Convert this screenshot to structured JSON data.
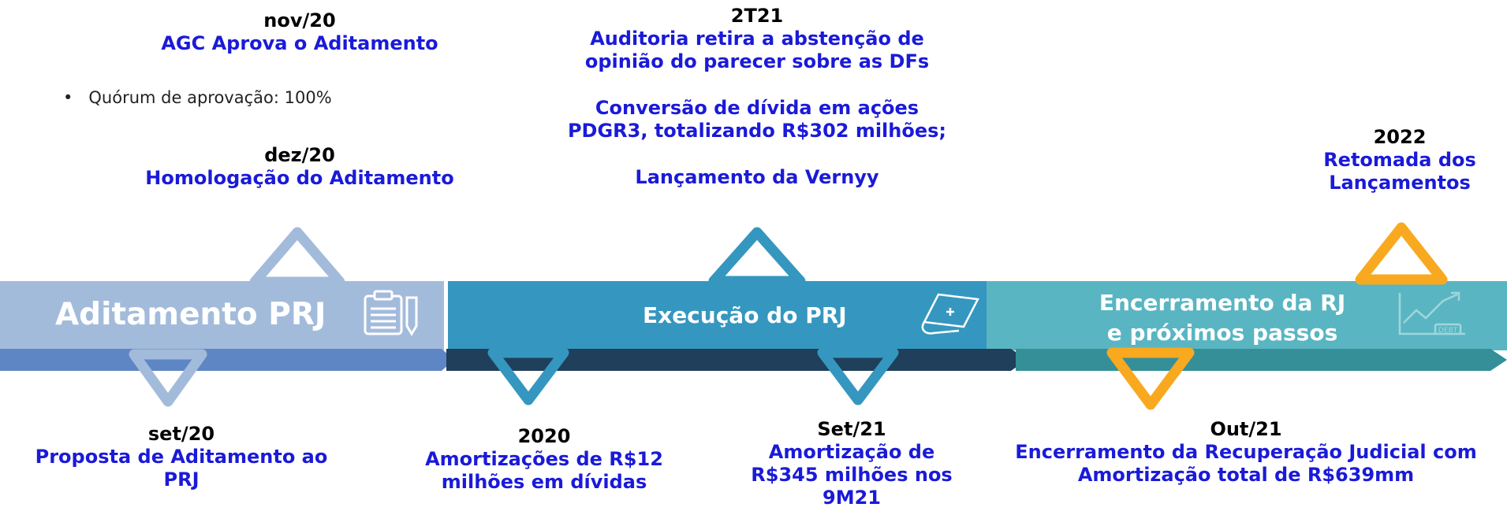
{
  "colors": {
    "phase1": "#a3bbdb",
    "phase1_arrow": "#5f86c4",
    "phase2": "#3597bf",
    "phase2_arrow": "#1f3f5b",
    "phase3": "#5ab5c2",
    "phase3_arrow": "#348f98",
    "orange": "#f8a91f",
    "date_text": "#000000",
    "desc_text": "#1a1ad9"
  },
  "phases": [
    {
      "title": "Aditamento PRJ",
      "icon": "clipboard-icon"
    },
    {
      "title": "Execução do PRJ",
      "icon": "document-plus-icon"
    },
    {
      "title_line1": "Encerramento da RJ",
      "title_line2": "e próximos passos",
      "icon": "debt-chart-icon"
    }
  ],
  "events_top": [
    {
      "date": "nov/20",
      "text": "AGC Aprova o Aditamento"
    },
    {
      "date": "dez/20",
      "text": "Homologação do Aditamento"
    },
    {
      "date": "2T21",
      "text_l1": "Auditoria retira a abstenção de",
      "text_l2": "opinião do parecer sobre as DFs",
      "text2_l1": "Conversão de dívida em ações",
      "text2_l2": "PDGR3, totalizando R$302 milhões;",
      "text3": "Lançamento da Vernyy"
    },
    {
      "date": "2022",
      "text_l1": "Retomada dos",
      "text_l2": "Lançamentos"
    }
  ],
  "bullet": "Quórum de aprovação: 100%",
  "events_bottom": [
    {
      "date": "set/20",
      "text_l1": "Proposta de Aditamento ao",
      "text_l2": "PRJ"
    },
    {
      "date": "2020",
      "text_l1": "Amortizações de R$12",
      "text_l2": "milhões em dívidas"
    },
    {
      "date": "Set/21",
      "text_l1": "Amortização de",
      "text_l2": "R$345 milhões nos",
      "text_l3": "9M21"
    },
    {
      "date": "Out/21",
      "text_l1": "Encerramento da Recuperação Judicial com",
      "text_l2": "Amortização total de R$639mm"
    }
  ],
  "icon_text": {
    "debt": "DEBT"
  }
}
